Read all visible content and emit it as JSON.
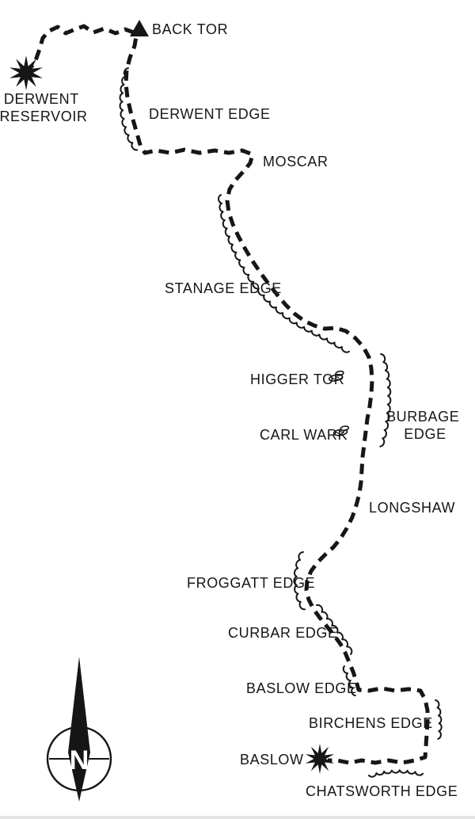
{
  "map": {
    "description": "Hand-drawn walking route map of Peak District gritstone edges",
    "colors": {
      "ink": "#161616",
      "background": "#ffffff"
    },
    "symbols": {
      "reservoir_marker": "star-burst",
      "settlement_marker": "star-burst",
      "summit_marker": "filled-triangle",
      "rocks_marker": "rock-outcrop",
      "cliff_marker": "scalloped-line",
      "route_style": "thick-dashed-line"
    },
    "places": [
      {
        "id": "derwent-reservoir",
        "label": "DERWENT RESERVOIR",
        "line1": "DERWENT",
        "line2": "RESERVOIR",
        "marker": "star-burst"
      },
      {
        "id": "back-tor",
        "label": "BACK TOR",
        "marker": "filled-triangle"
      },
      {
        "id": "derwent-edge",
        "label": "DERWENT EDGE",
        "marker": "scalloped-line"
      },
      {
        "id": "moscar",
        "label": "MOSCAR"
      },
      {
        "id": "stanage-edge",
        "label": "STANAGE EDGE",
        "marker": "scalloped-line"
      },
      {
        "id": "higger-tor",
        "label": "HIGGER TOR",
        "marker": "rock-outcrop"
      },
      {
        "id": "burbage-edge",
        "label": "BURBAGE EDGE",
        "line1": "BURBAGE",
        "line2": "EDGE",
        "marker": "scalloped-line"
      },
      {
        "id": "carl-wark",
        "label": "CARL WARK",
        "marker": "rock-outcrop"
      },
      {
        "id": "longshaw",
        "label": "LONGSHAW"
      },
      {
        "id": "froggatt-edge",
        "label": "FROGGATT EDGE",
        "marker": "scalloped-line"
      },
      {
        "id": "curbar-edge",
        "label": "CURBAR EDGE",
        "marker": "scalloped-line"
      },
      {
        "id": "baslow-edge",
        "label": "BASLOW EDGE",
        "marker": "scalloped-line"
      },
      {
        "id": "birchens-edge",
        "label": "BIRCHENS EDGE",
        "marker": "scalloped-line"
      },
      {
        "id": "baslow",
        "label": "BASLOW",
        "marker": "star-burst"
      },
      {
        "id": "chatsworth-edge",
        "label": "CHATSWORTH EDGE",
        "marker": "scalloped-line"
      }
    ],
    "route_sequence": [
      "DERWENT RESERVOIR",
      "BACK TOR",
      "DERWENT EDGE",
      "MOSCAR",
      "STANAGE EDGE",
      "HIGGER TOR",
      "BURBAGE EDGE",
      "CARL WARK",
      "LONGSHAW",
      "FROGGATT EDGE",
      "CURBAR EDGE",
      "BASLOW EDGE",
      "BIRCHENS EDGE",
      "BASLOW",
      "CHATSWORTH EDGE"
    ],
    "compass": {
      "north_label": "N"
    }
  }
}
